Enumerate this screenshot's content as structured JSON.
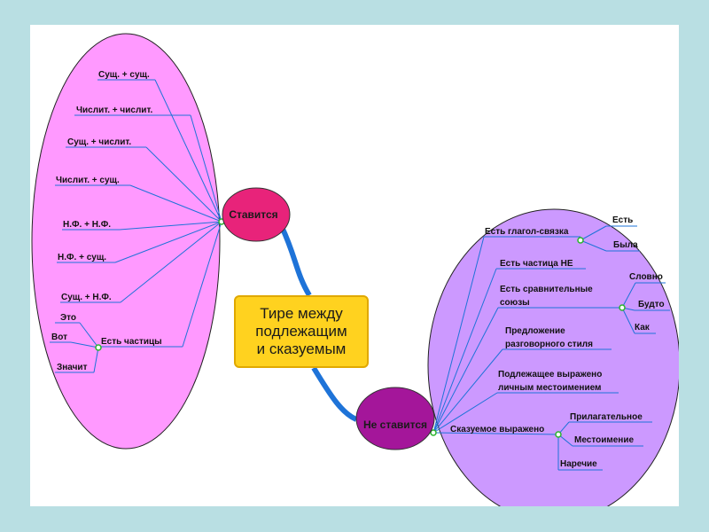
{
  "center": {
    "line1": "Тире между",
    "line2": "подлежащим",
    "line3": "и сказуемым"
  },
  "hub_left": "Ставится",
  "hub_right": "Не ставится",
  "left_items": [
    "Сущ. + сущ.",
    "Числит. + числит.",
    "Сущ. + числит.",
    "Числит. + сущ.",
    "Н.Ф. + Н.Ф.",
    "Н.Ф. + сущ.",
    "Сущ. + Н.Ф.",
    "Есть частицы"
  ],
  "particles": [
    "Это",
    "Вот",
    "Значит"
  ],
  "right_items": {
    "link_verb": "Есть глагол-связка",
    "link_verb_children": [
      "Есть",
      "Была"
    ],
    "particle_ne": "Есть частица НЕ",
    "comparative_1": "Есть сравнительные",
    "comparative_2": "союзы",
    "comparative_children": [
      "Словно",
      "Будто",
      "Как"
    ],
    "colloquial_1": "Предложение",
    "colloquial_2": "разговорного стиля",
    "pronoun_1": "Подлежащее выражено",
    "pronoun_2": "личным местоимением",
    "predicate": "Сказуемое выражено",
    "predicate_children": [
      "Прилагательное",
      "Местоимение",
      "Наречие"
    ]
  },
  "colors": {
    "left_ellipse": "#ff99ff",
    "right_ellipse": "#cc99ff",
    "hub_left": "#e8237a",
    "hub_right": "#a4169a",
    "connector": "#1e73d8",
    "center_fill": "#ffd21f"
  }
}
